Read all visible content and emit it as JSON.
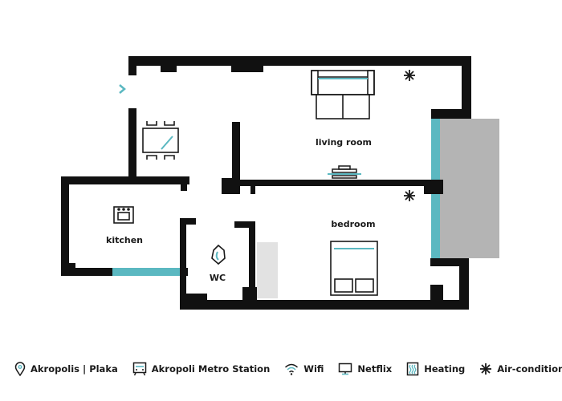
{
  "colors": {
    "wall": "#111111",
    "window": "#5bb8c1",
    "balcony": "#b4b4b4",
    "stairs": "#e2e2e2"
  },
  "rooms": {
    "living_room": "living room",
    "bedroom": "bedroom",
    "kitchen": "kitchen",
    "wc": "WC"
  },
  "legend": [
    {
      "icon": "location-pin-icon",
      "label": "Akropolis | Plaka"
    },
    {
      "icon": "metro-icon",
      "label": "Akropoli Metro Station"
    },
    {
      "icon": "wifi-icon",
      "label": "Wifi"
    },
    {
      "icon": "tv-icon",
      "label": "Netflix"
    },
    {
      "icon": "heating-icon",
      "label": "Heating"
    },
    {
      "icon": "air-conditioning-icon",
      "label": "Air-conditioning"
    }
  ]
}
